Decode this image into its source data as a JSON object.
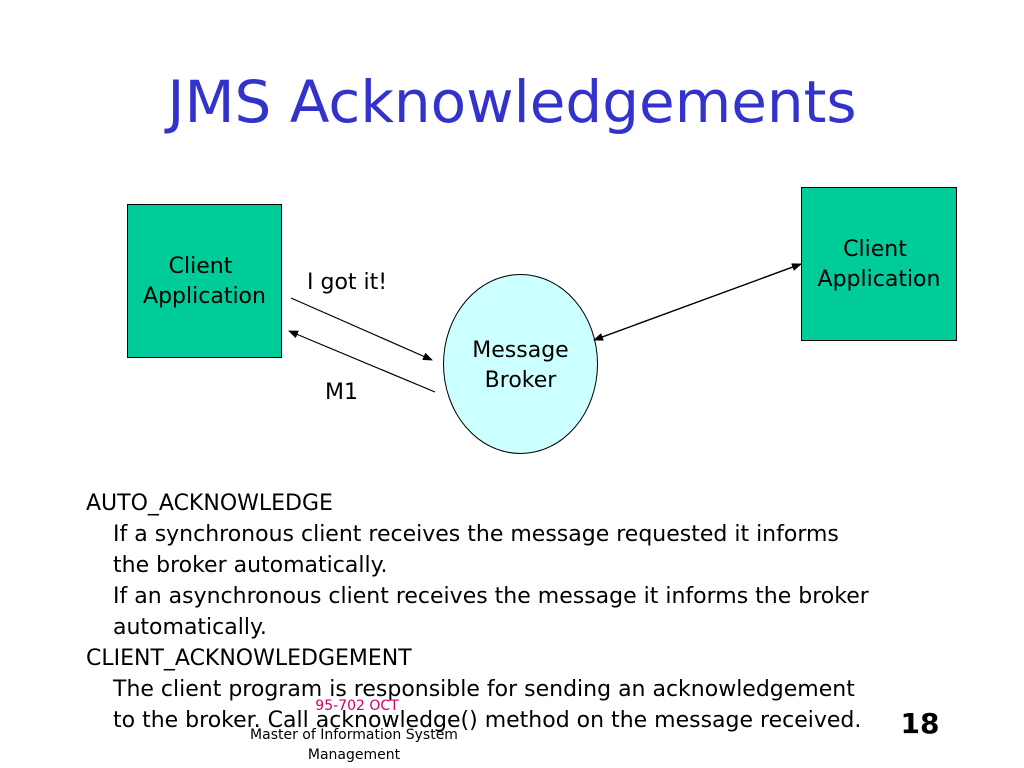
{
  "slide": {
    "title": "JMS Acknowledgements",
    "page_number": "18"
  },
  "diagram": {
    "left_client": {
      "line1": "Client",
      "line2": "Application"
    },
    "right_client": {
      "line1": "Client",
      "line2": "Application"
    },
    "broker": {
      "line1": "Message",
      "line2": "Broker"
    },
    "ack_label": "I got it!",
    "message_label": "M1",
    "colors": {
      "client_fill": "#00cc99",
      "broker_fill": "#ccffff",
      "title": "#3333cc"
    }
  },
  "body": {
    "auto_heading": "AUTO_ACKNOWLEDGE",
    "auto_sync_line1": "If a synchronous client receives the message requested it informs",
    "auto_sync_line2": "the broker automatically.",
    "auto_async_line1": "If an asynchronous client receives the message it informs the broker",
    "auto_async_line2": "automatically.",
    "client_heading": "CLIENT_ACKNOWLEDGEMENT",
    "client_line1": "The client program is responsible for sending an acknowledgement",
    "client_line2": "to the broker. Call acknowledge() method on the message received."
  },
  "footer": {
    "course_code": "95-702 OCT",
    "org_line1": "Master of Information System",
    "org_line2": "Management"
  }
}
